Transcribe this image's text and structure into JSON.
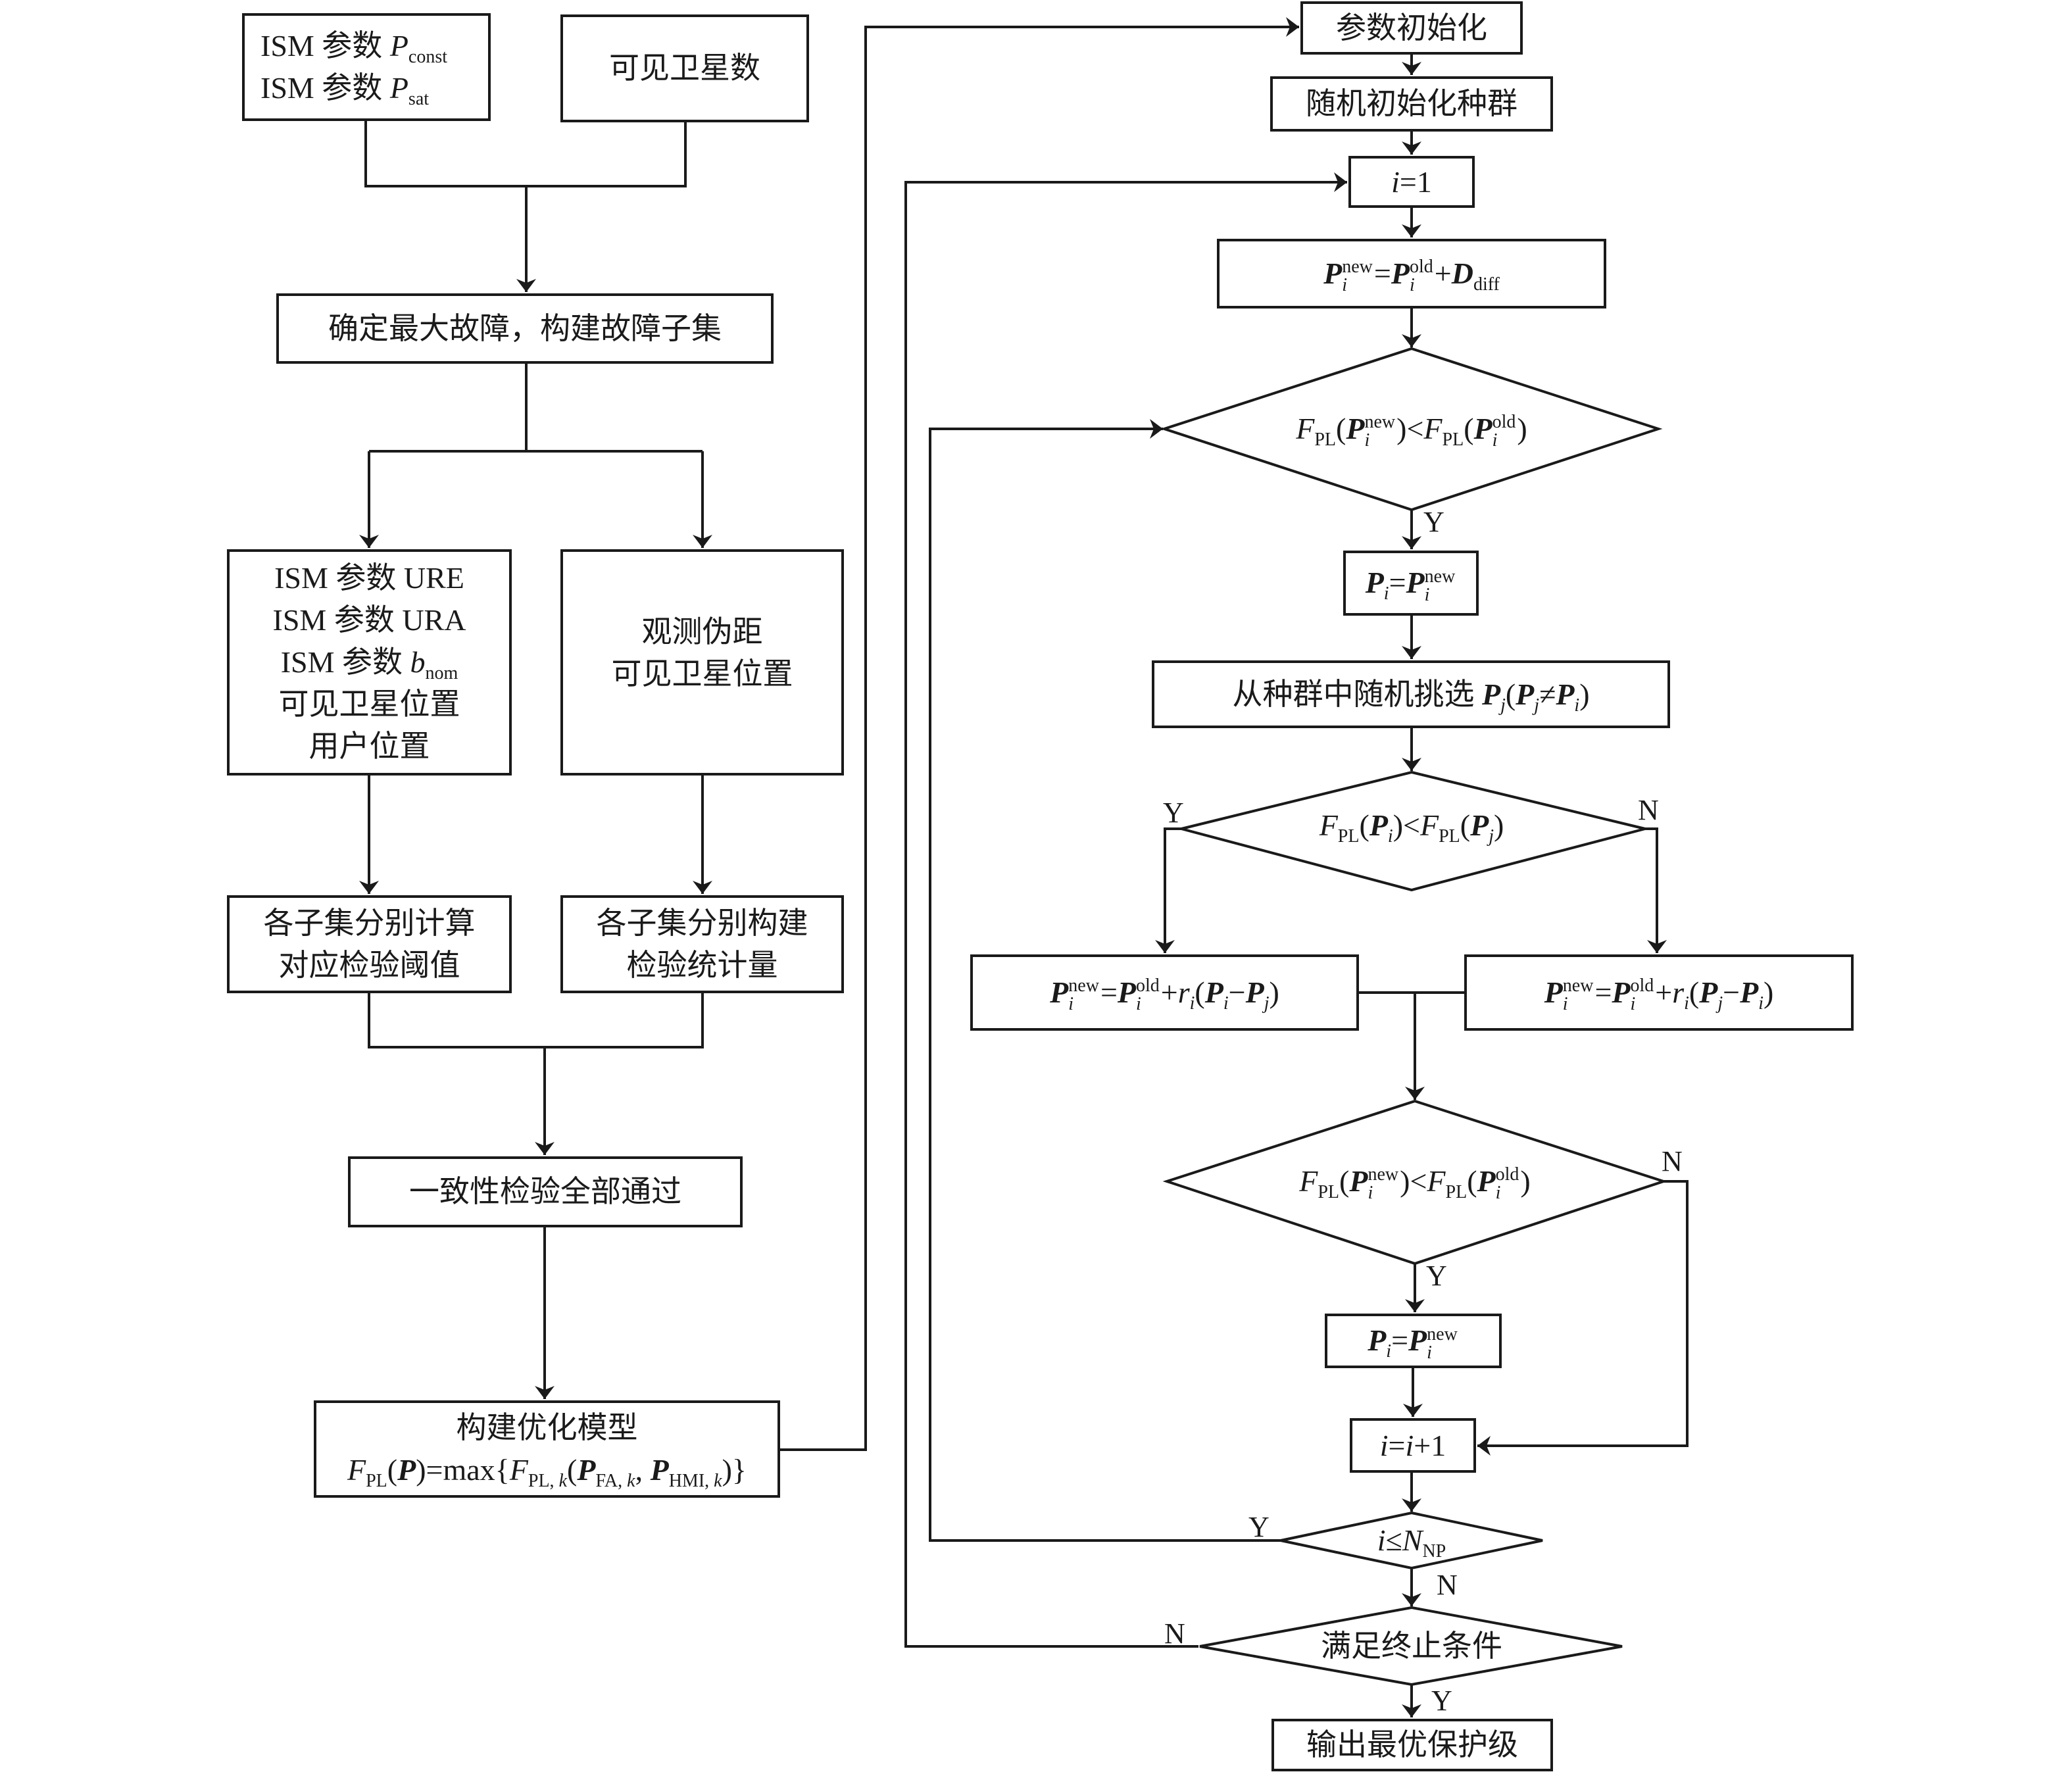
{
  "figure": {
    "type": "flowchart",
    "left_branch": {
      "ism_const_sat": {
        "lines": [
          [
            {
              "t": "ISM 参数 "
            },
            {
              "t": "P",
              "c": "it"
            },
            {
              "t": "const",
              "c": "sb"
            }
          ],
          [
            {
              "t": "ISM 参数 "
            },
            {
              "t": "P",
              "c": "it"
            },
            {
              "t": "sat",
              "c": "sb"
            }
          ]
        ]
      },
      "visible_sat_count": {
        "lines": [
          [
            {
              "t": "可见卫星数"
            }
          ]
        ]
      },
      "fault_subsets": {
        "lines": [
          [
            {
              "t": "确定最大故障，构建故障子集"
            }
          ]
        ]
      },
      "ism_inputs": {
        "lines": [
          [
            {
              "t": "ISM 参数 URE"
            }
          ],
          [
            {
              "t": "ISM 参数 URA"
            }
          ],
          [
            {
              "t": "ISM 参数 "
            },
            {
              "t": "b",
              "c": "it"
            },
            {
              "t": "nom",
              "c": "sb"
            }
          ],
          [
            {
              "t": "可见卫星位置"
            }
          ],
          [
            {
              "t": "用户位置"
            }
          ]
        ]
      },
      "obs_inputs": {
        "lines": [
          [
            {
              "t": "观测伪距"
            }
          ],
          [
            {
              "t": "可见卫星位置"
            }
          ]
        ]
      },
      "thresholds": {
        "lines": [
          [
            {
              "t": "各子集分别计算"
            }
          ],
          [
            {
              "t": "对应检验阈值"
            }
          ]
        ]
      },
      "statistics": {
        "lines": [
          [
            {
              "t": "各子集分别构建"
            }
          ],
          [
            {
              "t": "检验统计量"
            }
          ]
        ]
      },
      "consistency": {
        "lines": [
          [
            {
              "t": "一致性检验全部通过"
            }
          ]
        ]
      },
      "optimization_model": {
        "lines": [
          [
            {
              "t": "构建优化模型"
            }
          ],
          [
            {
              "t": "F",
              "c": "it"
            },
            {
              "t": "PL",
              "c": "sb"
            },
            {
              "t": "("
            },
            {
              "t": "P",
              "c": "bd"
            },
            {
              "t": ")=max{"
            },
            {
              "t": "F",
              "c": "it"
            },
            {
              "t": "PL, ",
              "c": "sb"
            },
            {
              "t": "k",
              "c": "sb it"
            },
            {
              "t": "("
            },
            {
              "t": "P",
              "c": "bd"
            },
            {
              "t": "FA, ",
              "c": "sb"
            },
            {
              "t": "k",
              "c": "sb it"
            },
            {
              "t": ", "
            },
            {
              "t": "P",
              "c": "bd"
            },
            {
              "t": "HMI, ",
              "c": "sb"
            },
            {
              "t": "k",
              "c": "sb it"
            },
            {
              "t": ")}"
            }
          ]
        ]
      }
    },
    "right_branch": {
      "param_init": {
        "lines": [
          [
            {
              "t": "参数初始化"
            }
          ]
        ]
      },
      "random_population": {
        "lines": [
          [
            {
              "t": "随机初始化种群"
            }
          ]
        ]
      },
      "i_equals_1": {
        "lines": [
          [
            {
              "t": "i",
              "c": "it"
            },
            {
              "t": "=1"
            }
          ]
        ]
      },
      "new_position": {
        "lines": [
          [
            {
              "t": "P",
              "c": "bd"
            },
            {
              "stack": [
                "new",
                "i"
              ]
            },
            {
              "t": "="
            },
            {
              "t": "P",
              "c": "bd"
            },
            {
              "stack": [
                "old",
                "i"
              ]
            },
            {
              "t": "+"
            },
            {
              "t": "D",
              "c": "bd"
            },
            {
              "t": "diff",
              "c": "sb"
            }
          ]
        ]
      },
      "decision_1": {
        "lines": [
          [
            {
              "t": "F",
              "c": "it"
            },
            {
              "t": "PL",
              "c": "sb"
            },
            {
              "t": "("
            },
            {
              "t": "P",
              "c": "bd"
            },
            {
              "stack": [
                "new",
                "i"
              ]
            },
            {
              "t": ")<"
            },
            {
              "t": "F",
              "c": "it"
            },
            {
              "t": "PL",
              "c": "sb"
            },
            {
              "t": "("
            },
            {
              "t": "P",
              "c": "bd"
            },
            {
              "stack": [
                "old",
                "i"
              ]
            },
            {
              "t": ")"
            }
          ]
        ]
      },
      "accept_1": {
        "lines": [
          [
            {
              "t": "P",
              "c": "bd"
            },
            {
              "t": "i",
              "c": "sb it"
            },
            {
              "t": "="
            },
            {
              "t": "P",
              "c": "bd"
            },
            {
              "stack": [
                "new",
                "i"
              ]
            }
          ]
        ]
      },
      "pick_random": {
        "lines": [
          [
            {
              "t": "从种群中随机挑选 "
            },
            {
              "t": "P",
              "c": "bd"
            },
            {
              "t": "j",
              "c": "sb it"
            },
            {
              "t": "("
            },
            {
              "t": "P",
              "c": "bd"
            },
            {
              "t": "j",
              "c": "sb it"
            },
            {
              "t": "≠"
            },
            {
              "t": "P",
              "c": "bd"
            },
            {
              "t": "i",
              "c": "sb it"
            },
            {
              "t": ")"
            }
          ]
        ]
      },
      "decision_2": {
        "lines": [
          [
            {
              "t": "F",
              "c": "it"
            },
            {
              "t": "PL",
              "c": "sb"
            },
            {
              "t": "("
            },
            {
              "t": "P",
              "c": "bd"
            },
            {
              "t": "i",
              "c": "sb it"
            },
            {
              "t": ")<"
            },
            {
              "t": "F",
              "c": "it"
            },
            {
              "t": "PL",
              "c": "sb"
            },
            {
              "t": "("
            },
            {
              "t": "P",
              "c": "bd"
            },
            {
              "t": "j",
              "c": "sb it"
            },
            {
              "t": ")"
            }
          ]
        ]
      },
      "update_yes": {
        "lines": [
          [
            {
              "t": "P",
              "c": "bd"
            },
            {
              "stack": [
                "new",
                "i"
              ]
            },
            {
              "t": "="
            },
            {
              "t": "P",
              "c": "bd"
            },
            {
              "stack": [
                "old",
                "i"
              ]
            },
            {
              "t": "+"
            },
            {
              "t": "r",
              "c": "it"
            },
            {
              "t": "i",
              "c": "sb it"
            },
            {
              "t": "("
            },
            {
              "t": "P",
              "c": "bd"
            },
            {
              "t": "i",
              "c": "sb it"
            },
            {
              "t": "−"
            },
            {
              "t": "P",
              "c": "bd"
            },
            {
              "t": "j",
              "c": "sb it"
            },
            {
              "t": ")"
            }
          ]
        ]
      },
      "update_no": {
        "lines": [
          [
            {
              "t": "P",
              "c": "bd"
            },
            {
              "stack": [
                "new",
                "i"
              ]
            },
            {
              "t": "="
            },
            {
              "t": "P",
              "c": "bd"
            },
            {
              "stack": [
                "old",
                "i"
              ]
            },
            {
              "t": "+"
            },
            {
              "t": "r",
              "c": "it"
            },
            {
              "t": "i",
              "c": "sb it"
            },
            {
              "t": "("
            },
            {
              "t": "P",
              "c": "bd"
            },
            {
              "t": "j",
              "c": "sb it"
            },
            {
              "t": "−"
            },
            {
              "t": "P",
              "c": "bd"
            },
            {
              "t": "i",
              "c": "sb it"
            },
            {
              "t": ")"
            }
          ]
        ]
      },
      "decision_3": {
        "lines": [
          [
            {
              "t": "F",
              "c": "it"
            },
            {
              "t": "PL",
              "c": "sb"
            },
            {
              "t": "("
            },
            {
              "t": "P",
              "c": "bd"
            },
            {
              "stack": [
                "new",
                "i"
              ]
            },
            {
              "t": ")<"
            },
            {
              "t": "F",
              "c": "it"
            },
            {
              "t": "PL",
              "c": "sb"
            },
            {
              "t": "("
            },
            {
              "t": "P",
              "c": "bd"
            },
            {
              "stack": [
                "old",
                "i"
              ]
            },
            {
              "t": ")"
            }
          ]
        ]
      },
      "accept_2": {
        "lines": [
          [
            {
              "t": "P",
              "c": "bd"
            },
            {
              "t": "i",
              "c": "sb it"
            },
            {
              "t": "="
            },
            {
              "t": "P",
              "c": "bd"
            },
            {
              "stack": [
                "new",
                "i"
              ]
            }
          ]
        ]
      },
      "increment": {
        "lines": [
          [
            {
              "t": "i",
              "c": "it"
            },
            {
              "t": "="
            },
            {
              "t": "i",
              "c": "it"
            },
            {
              "t": "+1"
            }
          ]
        ]
      },
      "decision_4": {
        "lines": [
          [
            {
              "t": "i",
              "c": "it"
            },
            {
              "t": "≤"
            },
            {
              "t": "N",
              "c": "it"
            },
            {
              "t": "NP",
              "c": "sb"
            }
          ]
        ]
      },
      "decision_5": {
        "lines": [
          [
            {
              "t": "满足终止条件"
            }
          ]
        ]
      },
      "output": {
        "lines": [
          [
            {
              "t": "输出最优保护级"
            }
          ]
        ]
      }
    },
    "edge_labels": {
      "d1_yes": "Y",
      "d2_yes": "Y",
      "d2_no": "N",
      "d3_no": "N",
      "d3_yes": "Y",
      "d4_yes": "Y",
      "d4_no": "N",
      "d5_no": "N",
      "d5_yes": "Y"
    },
    "colors": {
      "stroke": "#1a1a1a",
      "background": "#ffffff"
    }
  }
}
